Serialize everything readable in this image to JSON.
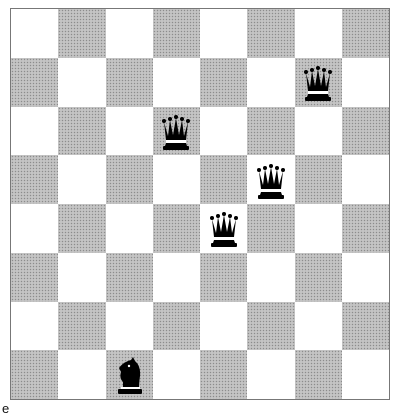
{
  "caption": "e",
  "board": {
    "size": 8,
    "top_left_square": "light",
    "colors": {
      "light": "#ffffff",
      "dark": "#c8c8c8",
      "piece": "#000000"
    },
    "pieces": [
      {
        "type": "queen",
        "color": "black",
        "row": 1,
        "col": 6
      },
      {
        "type": "queen",
        "color": "black",
        "row": 2,
        "col": 3
      },
      {
        "type": "queen",
        "color": "black",
        "row": 3,
        "col": 5
      },
      {
        "type": "queen",
        "color": "black",
        "row": 4,
        "col": 4
      },
      {
        "type": "knight",
        "color": "black",
        "row": 7,
        "col": 2
      }
    ]
  }
}
